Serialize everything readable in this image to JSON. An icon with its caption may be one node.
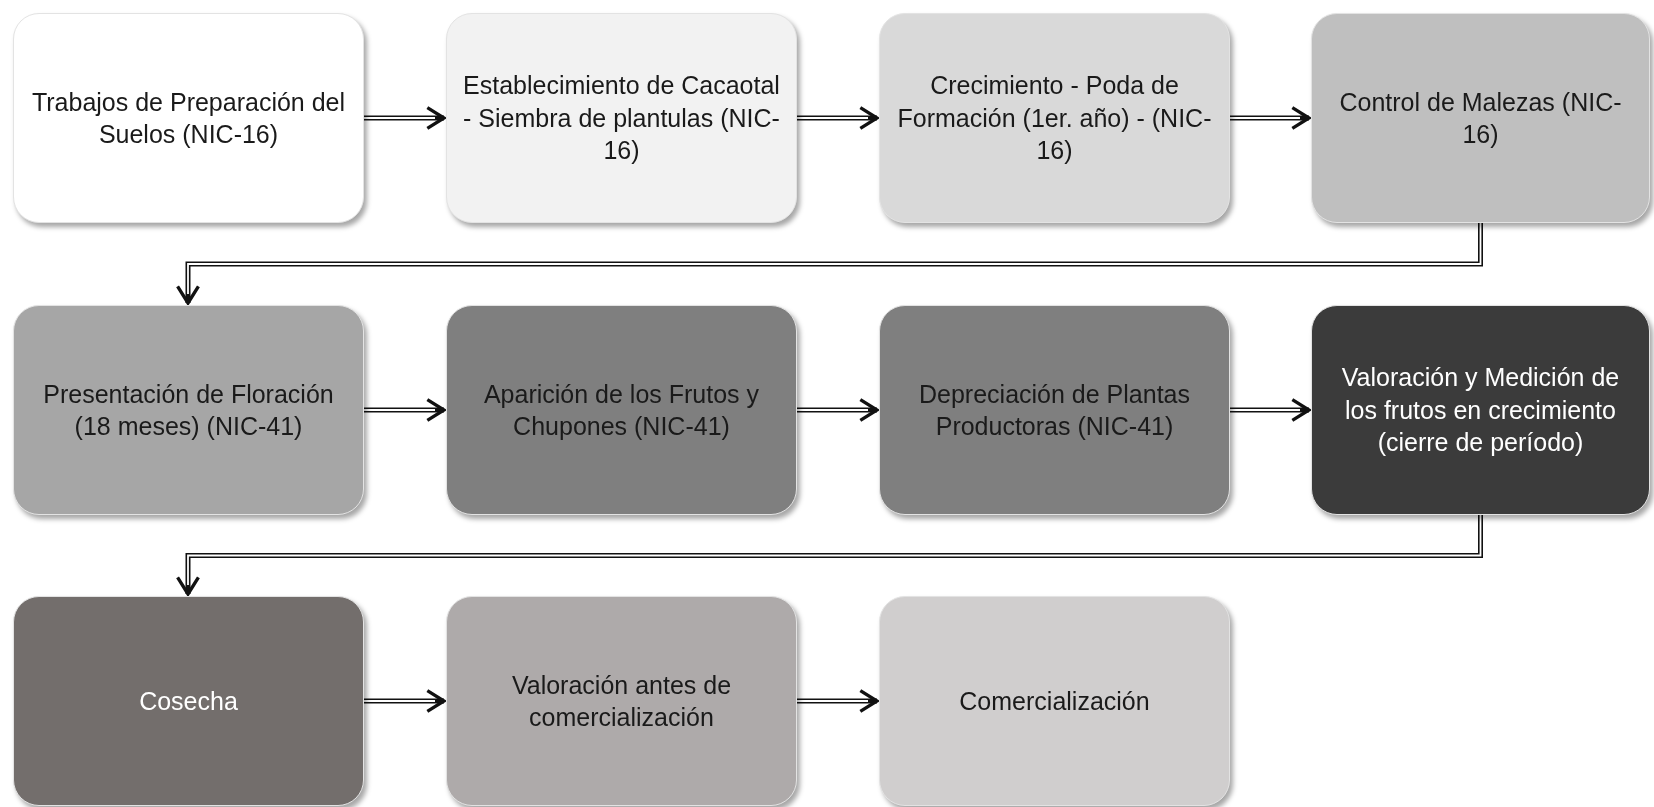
{
  "diagram": {
    "nodes": [
      {
        "text": [
          "Trabajos de Preparación del Suelos (NIC-16)"
        ]
      },
      {
        "text": [
          "Establecimiento de Cacaotal - Siembra de plantulas (NIC-16)"
        ]
      },
      {
        "text": [
          "Crecimiento - Poda de Formación (1er. año) - (NIC-16)"
        ]
      },
      {
        "text": [
          "Control de Malezas (NIC-16)"
        ]
      },
      {
        "text": [
          "Presentación de Floración (18 meses) (NIC-41)"
        ]
      },
      {
        "text": [
          "Aparición de los Frutos y Chupones (NIC-41)"
        ]
      },
      {
        "text": [
          "Depreciación de Plantas Productoras (NIC-41)"
        ]
      },
      {
        "text": [
          "Valoración y Medición de los frutos en crecimiento (cierre de período)"
        ]
      },
      {
        "text": [
          "Cosecha"
        ]
      },
      {
        "text": [
          "Valoración antes de comercialización"
        ]
      },
      {
        "text": [
          "Comercialización"
        ]
      }
    ],
    "edges": [
      {
        "from": 0,
        "to": 1,
        "arrow": "to"
      },
      {
        "from": 1,
        "to": 2,
        "arrow": "to"
      },
      {
        "from": 2,
        "to": 3,
        "arrow": "to"
      },
      {
        "from": 3,
        "to": 4,
        "arrow": "to"
      },
      {
        "from": 4,
        "to": 5,
        "arrow": "to"
      },
      {
        "from": 5,
        "to": 6,
        "arrow": "to"
      },
      {
        "from": 6,
        "to": 7,
        "arrow": "to"
      },
      {
        "from": 7,
        "to": 8,
        "arrow": "to"
      },
      {
        "from": 8,
        "to": 9,
        "arrow": "to"
      },
      {
        "from": 9,
        "to": 10,
        "arrow": "to"
      }
    ]
  }
}
